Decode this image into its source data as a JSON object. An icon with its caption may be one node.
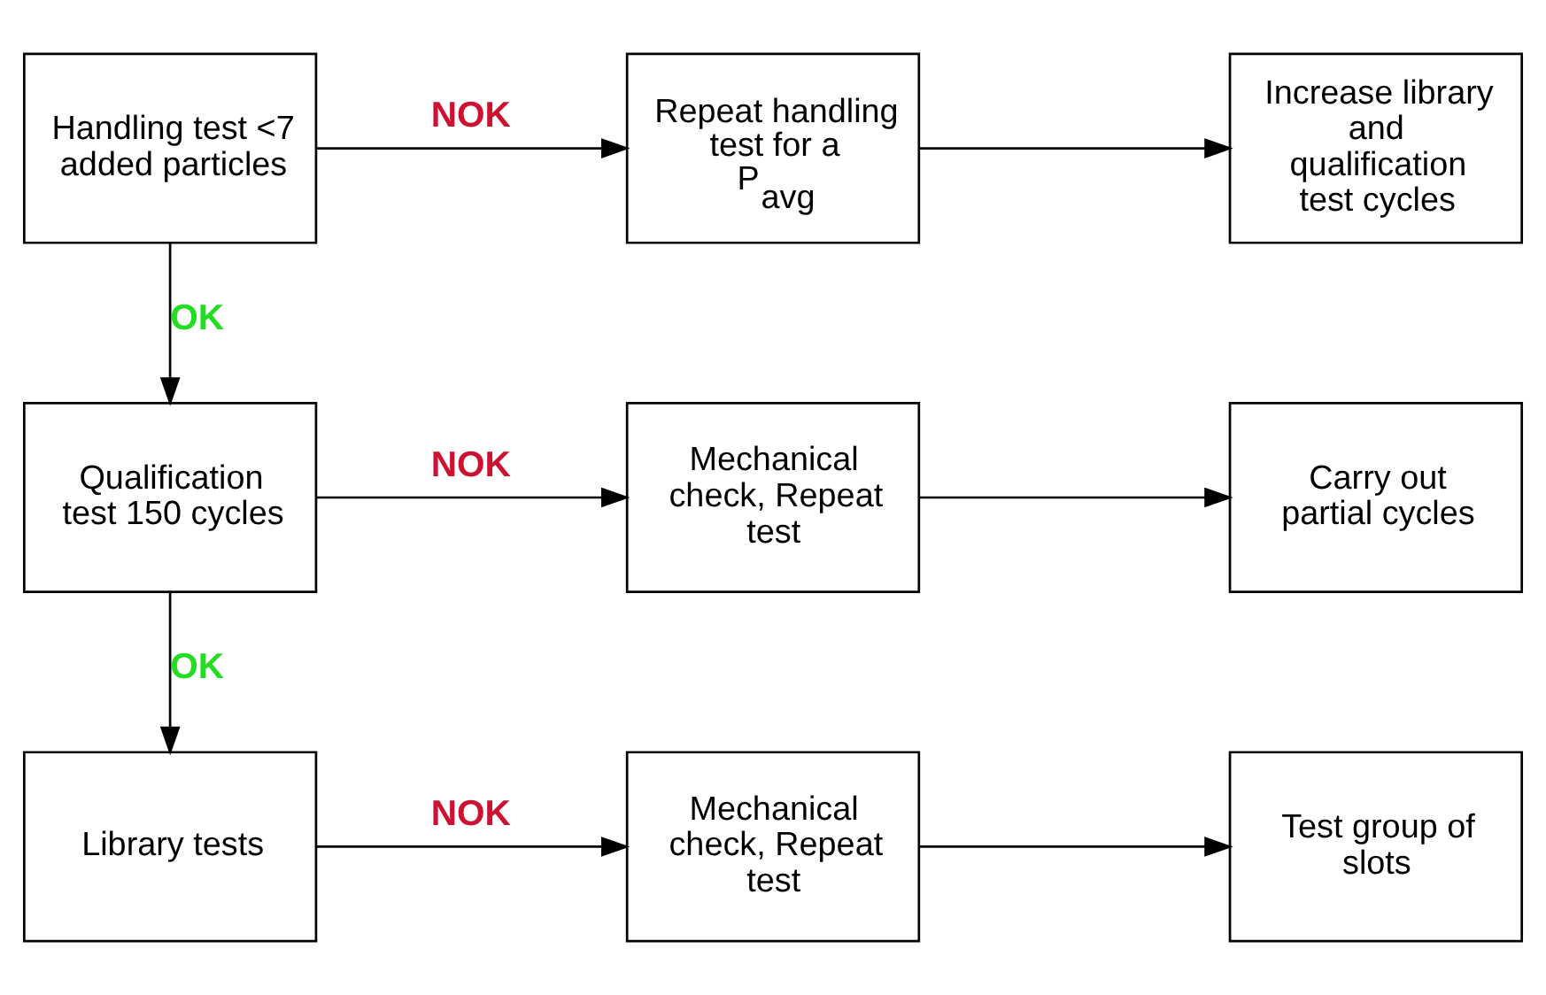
{
  "diagram": {
    "nodes": [
      {
        "text": [
          "Handling test <7 added particles"
        ]
      },
      {
        "text": [
          "Repeat handling test for a P$_{avg}$"
        ]
      },
      {
        "text": [
          "Increase library and qualification test cycles"
        ]
      },
      {
        "text": [
          "Qualification test 150 cycles"
        ]
      },
      {
        "text": [
          "Mechanical check, Repeat test"
        ]
      },
      {
        "text": [
          "Carry out partial cycles"
        ]
      },
      {
        "text": [
          "Library tests"
        ]
      },
      {
        "text": [
          "Mechanical check, Repeat test"
        ]
      },
      {
        "text": [
          "Test group of slots"
        ]
      }
    ],
    "edges": [
      {
        "from": 0,
        "to": 1,
        "arrow": "to",
        "label": "NOK"
      },
      {
        "from": 1,
        "to": 2,
        "arrow": "to"
      },
      {
        "from": 0,
        "to": 3,
        "arrow": "to",
        "label": "OK"
      },
      {
        "from": 3,
        "to": 4,
        "arrow": "to",
        "label": "NOK"
      },
      {
        "from": 4,
        "to": 5,
        "arrow": "to"
      },
      {
        "from": 3,
        "to": 6,
        "arrow": "to",
        "label": "OK"
      },
      {
        "from": 6,
        "to": 7,
        "arrow": "to",
        "label": "NOK"
      },
      {
        "from": 7,
        "to": 8,
        "arrow": "to"
      }
    ]
  }
}
